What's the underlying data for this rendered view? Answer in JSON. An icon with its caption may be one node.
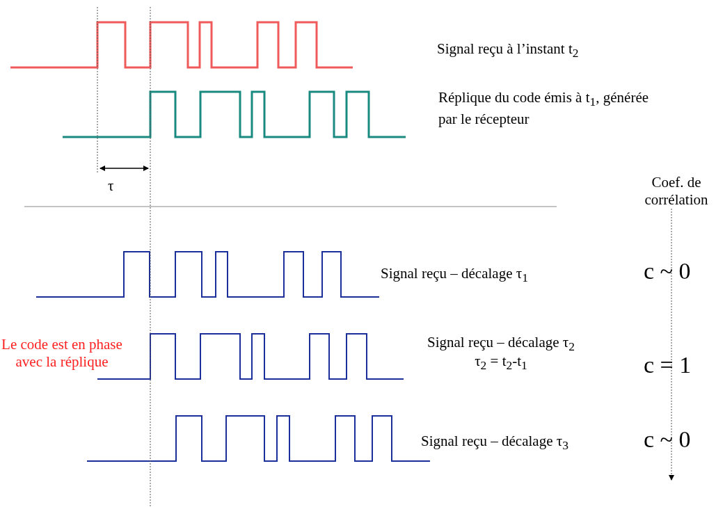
{
  "diagram": {
    "labels": [
      "Signal reçu à l’instant t$_{2}$",
      "Réplique du code émis à t$_{1}$, générée par le récepteur",
      "τ",
      "Coef. de corrélation",
      "Signal reçu – décalage τ$_{1}$",
      "c ~ 0",
      "Le code est en phase avec la réplique",
      "Signal reçu – décalage τ$_{2}$",
      "τ$_{2}$ = t$_{2}$-t$_{1}$",
      "c = 1",
      "Signal reçu – décalage τ$_{3}$",
      "c ~ 0"
    ]
  }
}
